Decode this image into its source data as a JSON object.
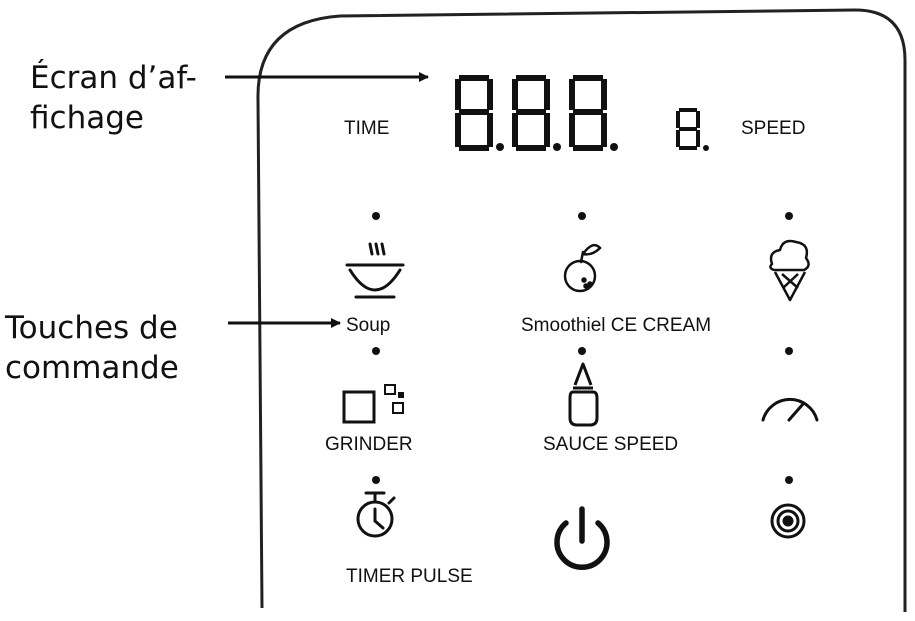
{
  "callouts": {
    "display_line1": "Écran d’af-",
    "display_line2": "fichage",
    "keys_line1": "Touches de",
    "keys_line2": "commande"
  },
  "panel": {
    "display_digits": "8.8.8.8.",
    "time_label": "TIME",
    "speed_label": "SPEED",
    "soup_label": "Soup",
    "smoothie_icecream_label": "Smoothiel CE CREAM",
    "grinder_label": "GRINDER",
    "sauce_speed_label": "SAUCE SPEED",
    "timer_pulse_label": "TIMER PULSE"
  },
  "icons": [
    "soup-bowl-icon",
    "orange-icon",
    "ice-cream-icon",
    "grinder-icon",
    "sauce-bottle-icon",
    "speed-gauge-icon",
    "timer-icon",
    "power-icon",
    "pulse-swirl-icon"
  ]
}
